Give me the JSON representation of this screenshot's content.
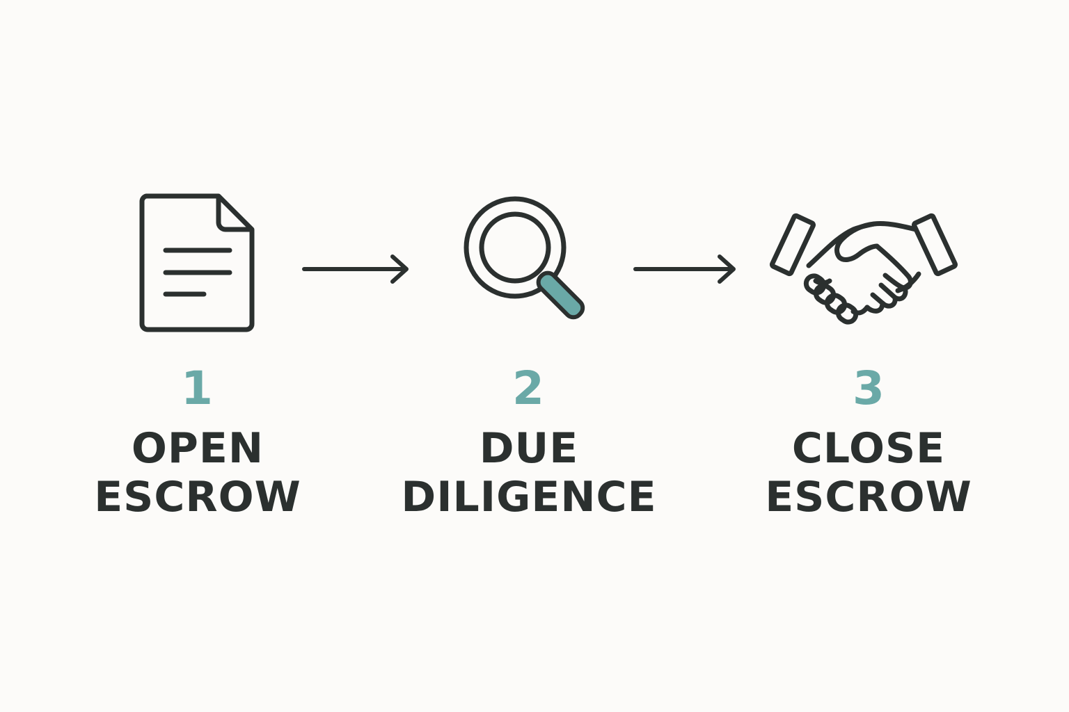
{
  "colors": {
    "background": "#fcfbf9",
    "ink": "#2b302f",
    "accent": "#6aa9a7"
  },
  "steps": [
    {
      "number": "1",
      "label_line1": "OPEN",
      "label_line2": "ESCROW",
      "icon": "document-icon"
    },
    {
      "number": "2",
      "label_line1": "DUE",
      "label_line2": "DILIGENCE",
      "icon": "magnifying-glass-icon"
    },
    {
      "number": "3",
      "label_line1": "CLOSE",
      "label_line2": "ESCROW",
      "icon": "handshake-icon"
    }
  ]
}
